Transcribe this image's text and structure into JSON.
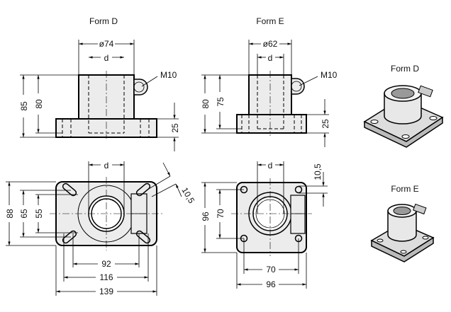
{
  "form_d": {
    "title": "Form D",
    "front": {
      "diameter": "ø74",
      "bore": "d",
      "thread": "M10",
      "height_total": "85",
      "height_body": "80",
      "base_height": "25"
    },
    "top": {
      "bore": "d",
      "slot_width": "10,5",
      "width": "88",
      "slot_span_outer": "65",
      "slot_span_inner": "55",
      "len_inner": "92",
      "len_mid": "116",
      "len_total": "139"
    }
  },
  "form_e": {
    "title": "Form E",
    "front": {
      "diameter": "ø62",
      "bore": "d",
      "thread": "M10",
      "height_total": "80",
      "height_body": "75",
      "base_height": "25"
    },
    "top": {
      "bore": "d",
      "hole_dia": "10,5",
      "width": "96",
      "hole_span": "70",
      "len_inner": "70",
      "len_total": "96"
    }
  },
  "iso": {
    "form_d_label": "Form D",
    "form_e_label": "Form E"
  }
}
